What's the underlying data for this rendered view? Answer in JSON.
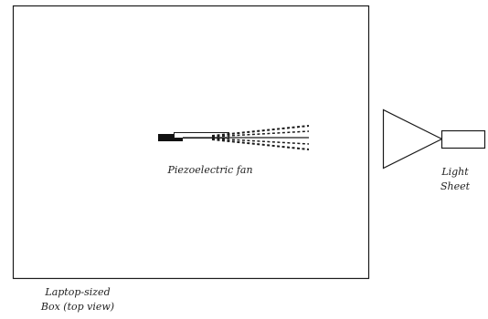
{
  "labels": {
    "fan": "Piezoelectric fan",
    "light_sheet_line1": "Light",
    "light_sheet_line2": "Sheet",
    "box_line1": "Laptop-sized",
    "box_line2": "Box (top view)"
  },
  "colors": {
    "stroke": "#1a1a1a",
    "background": "#ffffff"
  }
}
